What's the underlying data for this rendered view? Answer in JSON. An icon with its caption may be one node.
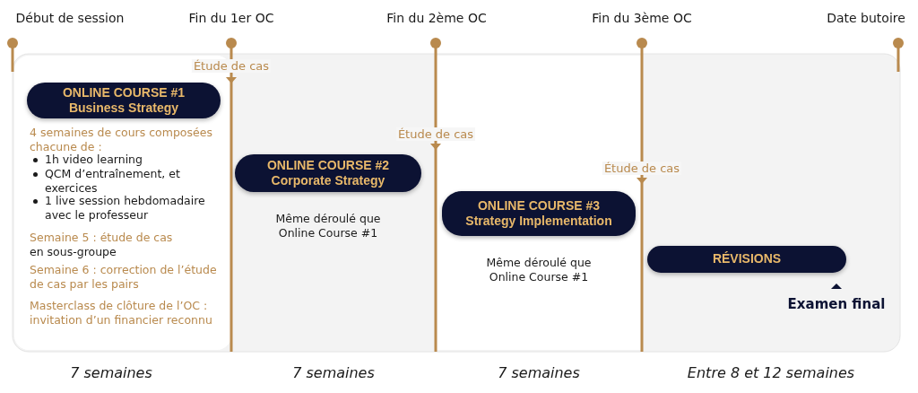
{
  "diagram": {
    "nodes": [
      {
        "text": [
          "ONLINE COURSE #1 Business Strategy"
        ],
        "beside": [
          "4 semaines de cours composées chacune de :",
          "1h video learning",
          "QCM d’entraînement, et exercices",
          "1 live session hebdomadaire avec le professeur",
          "Semaine 5 : étude de cas",
          "en sous-groupe",
          "Semaine 6 : correction de l’étude de cas par les pairs",
          "Masterclass de clôture de l’OC : invitation d’un financier reconnu"
        ]
      },
      {
        "text": [
          "ONLINE COURSE #2 Corporate Strategy"
        ],
        "beside": [
          "Même déroulé que Online Course #1"
        ]
      },
      {
        "text": [
          "ONLINE COURSE #3 Strategy Implementation"
        ],
        "beside": [
          "Même déroulé que Online Course #1"
        ]
      },
      {
        "text": [
          "RÉVISIONS"
        ]
      }
    ],
    "labels": [
      "Début de session",
      "Fin du 1er OC",
      "Fin du 2ème OC",
      "Fin du 3ème OC",
      "Date butoire",
      "Étude de cas",
      "Étude de cas",
      "Étude de cas",
      "Examen final",
      "7 semaines",
      "7 semaines",
      "7 semaines",
      "Entre 8 et 12 semaines"
    ]
  }
}
